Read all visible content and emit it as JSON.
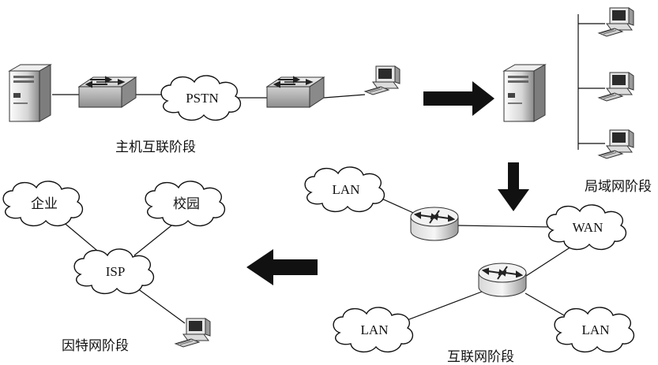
{
  "stages": {
    "host": "主机互联阶段",
    "lan": "局域网阶段",
    "interconnect": "互联网阶段",
    "internet": "因特网阶段"
  },
  "clouds": {
    "pstn": "PSTN",
    "lan_top": "LAN",
    "wan": "WAN",
    "lan_bottom_left": "LAN",
    "lan_bottom_right": "LAN",
    "isp": "ISP",
    "enterprise": "企业",
    "campus": "校园"
  }
}
